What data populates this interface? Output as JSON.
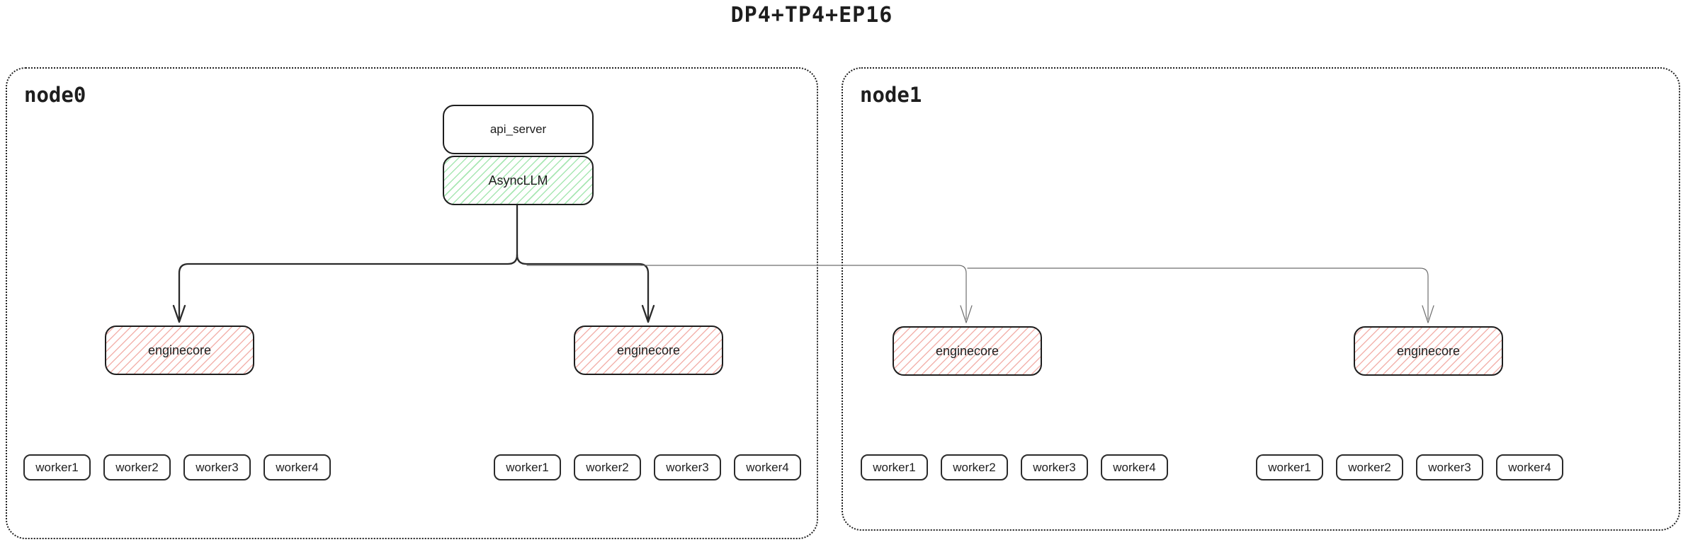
{
  "title": "DP4+TP4+EP16",
  "node0": {
    "label": "node0"
  },
  "node1": {
    "label": "node1"
  },
  "api_server": {
    "label": "api_server"
  },
  "async_llm": {
    "label": "AsyncLLM"
  },
  "enginecores": [
    {
      "label": "enginecore"
    },
    {
      "label": "enginecore"
    },
    {
      "label": "enginecore"
    },
    {
      "label": "enginecore"
    }
  ],
  "worker_groups": [
    {
      "workers": [
        "worker1",
        "worker2",
        "worker3",
        "worker4"
      ]
    },
    {
      "workers": [
        "worker1",
        "worker2",
        "worker3",
        "worker4"
      ]
    },
    {
      "workers": [
        "worker1",
        "worker2",
        "worker3",
        "worker4"
      ]
    },
    {
      "workers": [
        "worker1",
        "worker2",
        "worker3",
        "worker4"
      ]
    }
  ],
  "colors": {
    "stroke": "#1e1e1e",
    "green_hatch": "#a8e7b3",
    "red_hatch": "#f3b3ad",
    "bold_arrow": "#2a2a2a",
    "thin_arrow": "#6e6e6e"
  }
}
